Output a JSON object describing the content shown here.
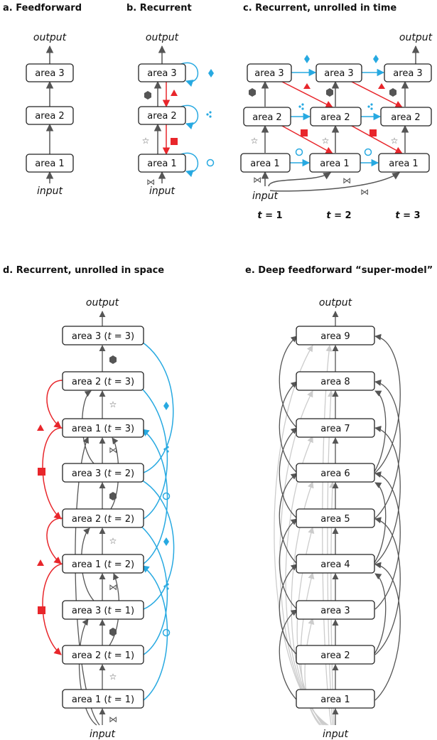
{
  "panels": {
    "a": {
      "title": "a. Feedforward",
      "output": "output",
      "input": "input",
      "areas": [
        "area 3",
        "area 2",
        "area 1"
      ]
    },
    "b": {
      "title": "b. Recurrent",
      "output": "output",
      "input": "input",
      "areas": [
        "area 3",
        "area 2",
        "area 1"
      ]
    },
    "c": {
      "title": "c. Recurrent, unrolled in time",
      "output": "output",
      "input": "input",
      "areas": [
        "area 3",
        "area 3",
        "area 3",
        "area 2",
        "area 2",
        "area 2",
        "area 1",
        "area 1",
        "area 1"
      ],
      "time_labels": [
        {
          "t": "t",
          "eq": " = 1"
        },
        {
          "t": "t",
          "eq": " = 2"
        },
        {
          "t": "t",
          "eq": " = 3"
        }
      ]
    },
    "d": {
      "title": "d. Recurrent, unrolled in space",
      "output": "output",
      "input": "input",
      "areas": [
        {
          "name": "area 3 (",
          "t": "t",
          "eq": " = 3)"
        },
        {
          "name": "area 2 (",
          "t": "t",
          "eq": " = 3)"
        },
        {
          "name": "area 1 (",
          "t": "t",
          "eq": " = 3)"
        },
        {
          "name": "area 3 (",
          "t": "t",
          "eq": " = 2)"
        },
        {
          "name": "area 2 (",
          "t": "t",
          "eq": " = 2)"
        },
        {
          "name": "area 1 (",
          "t": "t",
          "eq": " = 2)"
        },
        {
          "name": "area 3 (",
          "t": "t",
          "eq": " = 1)"
        },
        {
          "name": "area 2 (",
          "t": "t",
          "eq": " = 1)"
        },
        {
          "name": "area 1 (",
          "t": "t",
          "eq": " = 1)"
        }
      ]
    },
    "e": {
      "title": "e. Deep feedforward “super-model”",
      "output": "output",
      "input": "input",
      "areas": [
        "area 9",
        "area 8",
        "area 7",
        "area 6",
        "area 5",
        "area 4",
        "area 3",
        "area 2",
        "area 1"
      ]
    }
  },
  "symbols": {
    "star": "☆",
    "bowtie": "⋈",
    "colon": "⁚"
  },
  "colors": {
    "feedforward": "#555555",
    "top_down": "#e8262b",
    "lateral": "#27a9e1",
    "faded": "#cccccc"
  }
}
